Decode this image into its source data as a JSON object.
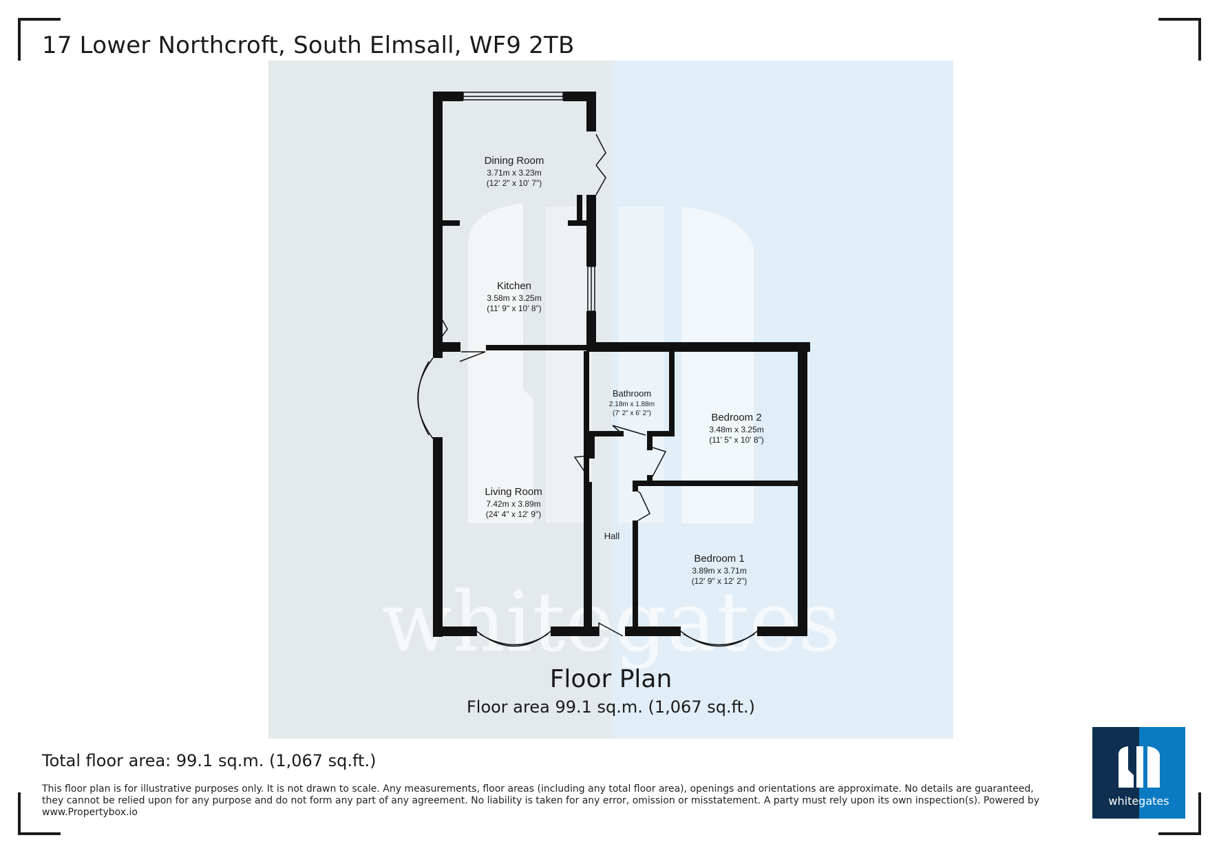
{
  "header": {
    "address": "17 Lower Northcroft, South Elmsall, WF9 2TB"
  },
  "plan": {
    "title": "Floor Plan",
    "floor_area": "Floor area 99.1 sq.m. (1,067 sq.ft.)",
    "watermark": "whitegates",
    "rooms": [
      {
        "name": "Dining Room",
        "metric": "3.71m x 3.23m",
        "imperial": "(12' 2\" x 10' 7\")"
      },
      {
        "name": "Kitchen",
        "metric": "3.58m x 3.25m",
        "imperial": "(11' 9\" x 10' 8\")"
      },
      {
        "name": "Bathroom",
        "metric": "2.18m x 1.88m",
        "imperial": "(7' 2\" x 6' 2\")"
      },
      {
        "name": "Bedroom 2",
        "metric": "3.48m x 3.25m",
        "imperial": "(11' 5\" x 10' 8\")"
      },
      {
        "name": "Living Room",
        "metric": "7.42m x 3.89m",
        "imperial": "(24' 4\" x 12' 9\")"
      },
      {
        "name": "Hall",
        "metric": "",
        "imperial": ""
      },
      {
        "name": "Bedroom 1",
        "metric": "3.89m x 3.71m",
        "imperial": "(12' 9\" x 12' 2\")"
      }
    ]
  },
  "footer": {
    "total_area": "Total floor area: 99.1 sq.m. (1,067 sq.ft.)",
    "disclaimer": "This floor plan is for illustrative purposes only. It is not drawn to scale. Any measurements, floor areas (including any total floor area), openings and orientations are approximate. No details are guaranteed, they cannot be relied upon for any purpose and do not form any part of any agreement. No liability is taken for any error, omission or misstatement. A party must rely upon its own inspection(s). Powered by www.Propertybox.io"
  },
  "logo": {
    "text": "whitegates",
    "colors": {
      "dark": "#0e2f4f",
      "blue": "#0a7ac2"
    }
  },
  "colors": {
    "wall": "#111111",
    "plan_bg_left": "#e4e9ec",
    "plan_bg_right": "#e1eef7",
    "watermark": "#ffffff"
  }
}
